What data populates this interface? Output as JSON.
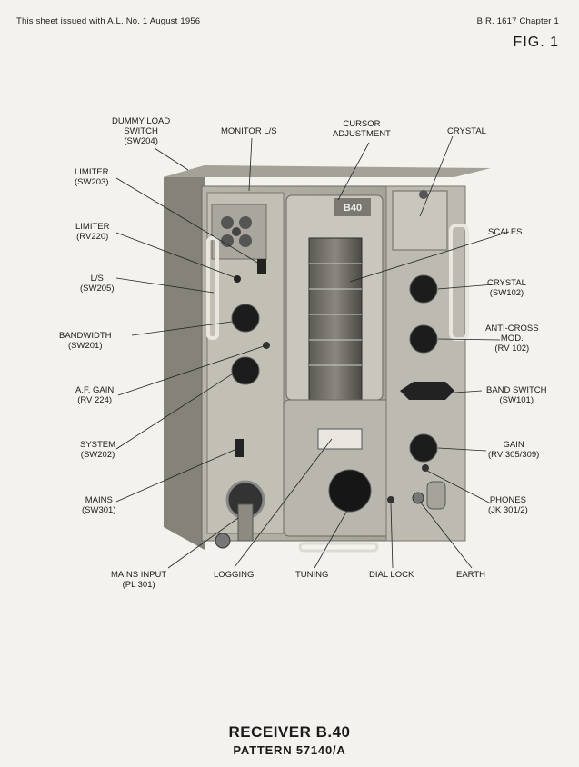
{
  "header": {
    "issued": "This sheet issued with A.L. No. 1   August 1956",
    "chapter": "B.R. 1617 Chapter 1",
    "figure": "FIG. 1"
  },
  "labels": {
    "dummy_load": [
      "DUMMY LOAD",
      "SWITCH",
      "(SW204)"
    ],
    "monitor": [
      "MONITOR L/S"
    ],
    "cursor": [
      "CURSOR",
      "ADJUSTMENT"
    ],
    "crystal_top": [
      "CRYSTAL"
    ],
    "limiter_sw": [
      "LIMITER",
      "(SW203)"
    ],
    "limiter_rv": [
      "LIMITER",
      "(RV220)"
    ],
    "scales": [
      "SCALES"
    ],
    "ls": [
      "L/S",
      "(SW205)"
    ],
    "crystal_sw": [
      "CRYSTAL",
      "(SW102)"
    ],
    "bandwidth": [
      "BANDWIDTH",
      "(SW201)"
    ],
    "anticross": [
      "ANTI-CROSS",
      "MOD.",
      "(RV 102)"
    ],
    "afgain": [
      "A.F. GAIN",
      "(RV 224)"
    ],
    "bandswitch": [
      "BAND SWITCH",
      "(SW101)"
    ],
    "system": [
      "SYSTEM",
      "(SW202)"
    ],
    "gain": [
      "GAIN",
      "(RV 305/309)"
    ],
    "mains": [
      "MAINS",
      "(SW301)"
    ],
    "phones": [
      "PHONES",
      "(JK 301/2)"
    ],
    "mains_input": [
      "MAINS INPUT",
      "(PL 301)"
    ],
    "logging": [
      "LOGGING"
    ],
    "tuning": [
      "TUNING"
    ],
    "dial_lock": [
      "DIAL LOCK"
    ],
    "earth": [
      "EARTH"
    ]
  },
  "panel_badge": "B40",
  "caption": {
    "title": "RECEIVER B.40",
    "pattern": "PATTERN 57140/A"
  }
}
